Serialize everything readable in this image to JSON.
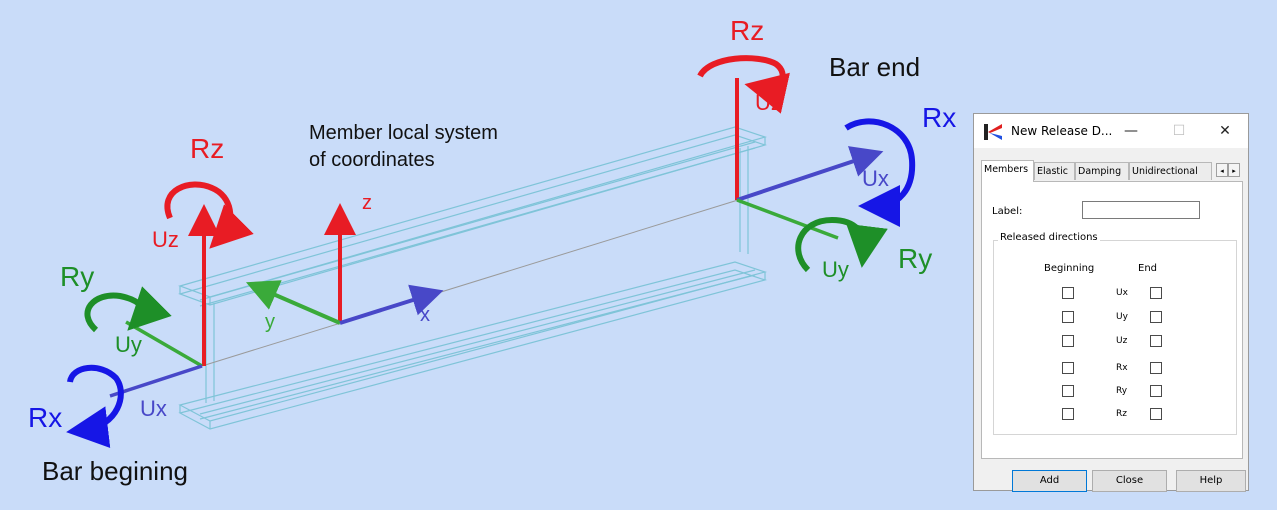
{
  "diagram": {
    "text_local_system": [
      "Member local system",
      "of coordinates"
    ],
    "bar_end": "Bar end",
    "bar_beginning": "Bar begining",
    "axis_labels": {
      "x": "x",
      "y": "y",
      "z": "z"
    },
    "labels_beginning": {
      "Rz": "Rz",
      "Uz": "Uz",
      "Ry": "Ry",
      "Uy": "Uy",
      "Rx": "Rx",
      "Ux": "Ux"
    },
    "labels_end": {
      "Rz": "Rz",
      "Uz": "Uz",
      "Rx": "Rx",
      "Ux": "Ux",
      "Uy": "Uy",
      "Ry": "Ry"
    },
    "colors": {
      "red": "#e81c24",
      "green": "#1e8f28",
      "blue": "#1616e6",
      "axis_blue": "#4848c8",
      "axis_green": "#3aaa3a",
      "beam": "#7fc4d8",
      "background": "#c9dcf9"
    }
  },
  "dialog": {
    "title": "New Release D...",
    "window_buttons": {
      "minimize": "—",
      "maximize": "☐",
      "close": "✕"
    },
    "tabs": [
      "Members",
      "Elastic",
      "Damping",
      "Unidirectional"
    ],
    "tab_scroll": {
      "left": "◂",
      "right": "▸"
    },
    "label_caption": "Label:",
    "label_value": "",
    "group_title": "Released directions",
    "col_beginning": "Beginning",
    "col_end": "End",
    "directions": [
      "Ux",
      "Uy",
      "Uz",
      "Rx",
      "Ry",
      "Rz"
    ],
    "buttons": {
      "add": "Add",
      "close": "Close",
      "help": "Help"
    }
  }
}
